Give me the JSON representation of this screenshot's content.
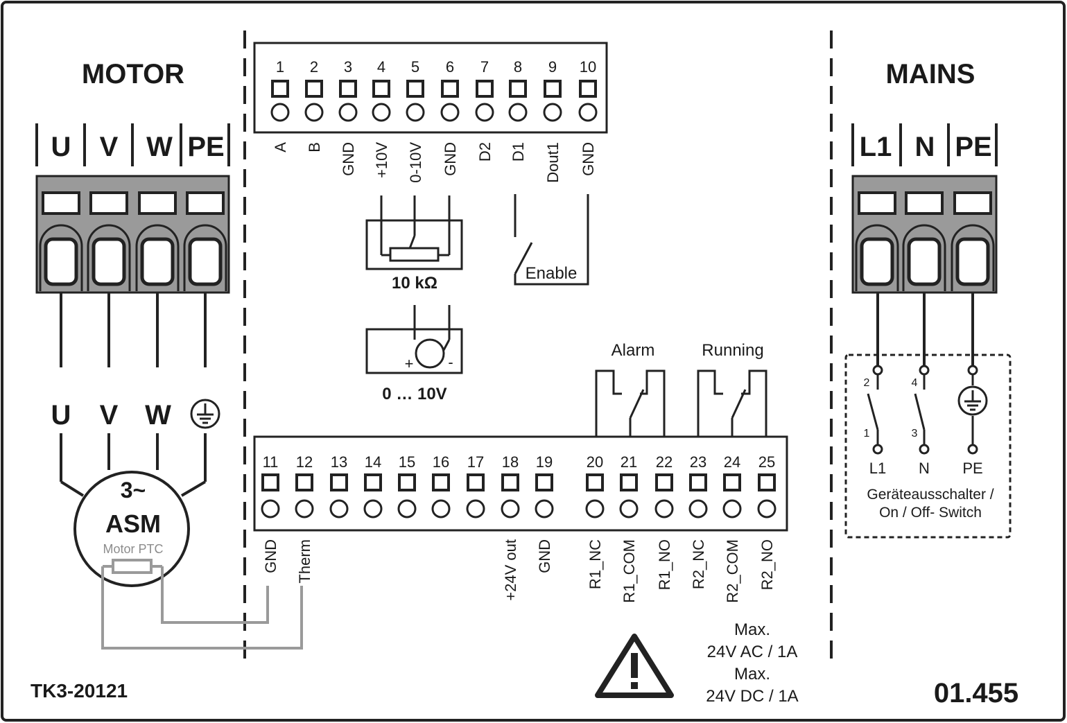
{
  "motor": {
    "title": "MOTOR",
    "terminals": [
      "U",
      "V",
      "W",
      "PE"
    ],
    "winding_labels": [
      "U",
      "V",
      "W"
    ],
    "motor_type": "3~",
    "motor_name": "ASM",
    "ptc_label": "Motor PTC"
  },
  "mains": {
    "title": "MAINS",
    "terminals": [
      "L1",
      "N",
      "PE"
    ],
    "switch": {
      "contact_numbers": [
        "2",
        "4",
        "1",
        "3"
      ],
      "bottom_labels": [
        "L1",
        "N",
        "PE"
      ],
      "label_line1": "Geräteausschalter /",
      "label_line2": "On / Off- Switch"
    }
  },
  "top_block": {
    "numbers": [
      "1",
      "2",
      "3",
      "4",
      "5",
      "6",
      "7",
      "8",
      "9",
      "10"
    ],
    "signals": [
      "A",
      "B",
      "GND",
      "+10V",
      "0-10V",
      "GND",
      "D2",
      "D1",
      "Dout1",
      "GND"
    ]
  },
  "bottom_block": {
    "numbers": [
      "11",
      "12",
      "13",
      "14",
      "15",
      "16",
      "17",
      "18",
      "19",
      "20",
      "21",
      "22",
      "23",
      "24",
      "25"
    ],
    "signals": [
      "GND",
      "Therm",
      "",
      "",
      "",
      "",
      "",
      "+24V out",
      "GND",
      "R1_NC",
      "R1_COM",
      "R1_NO",
      "R2_NC",
      "R2_COM",
      "R2_NO"
    ]
  },
  "potentiometer": {
    "label": "10 kΩ"
  },
  "voltage_source": {
    "label": "0 … 10V",
    "plus": "+",
    "minus": "-"
  },
  "enable_switch": {
    "label": "Enable"
  },
  "relays": {
    "alarm": "Alarm",
    "running": "Running"
  },
  "rating": {
    "line1": "Max.",
    "line2": "24V AC / 1A",
    "line3": "Max.",
    "line4": "24V DC / 1A"
  },
  "footer": {
    "model": "TK3-20121",
    "code": "01.455"
  }
}
